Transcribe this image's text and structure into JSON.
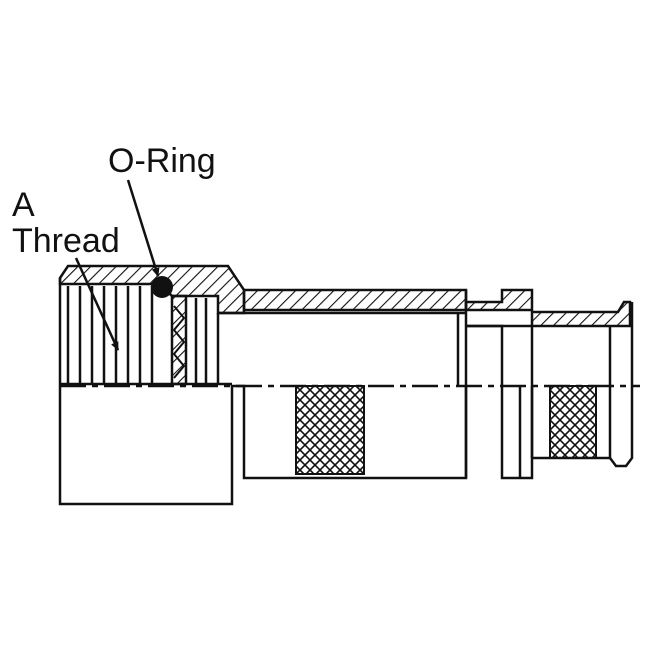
{
  "labels": {
    "oring": "O-Ring",
    "thread_letter": "A",
    "thread_word": "Thread"
  },
  "colors": {
    "stroke": "#111111",
    "background": "#ffffff"
  }
}
